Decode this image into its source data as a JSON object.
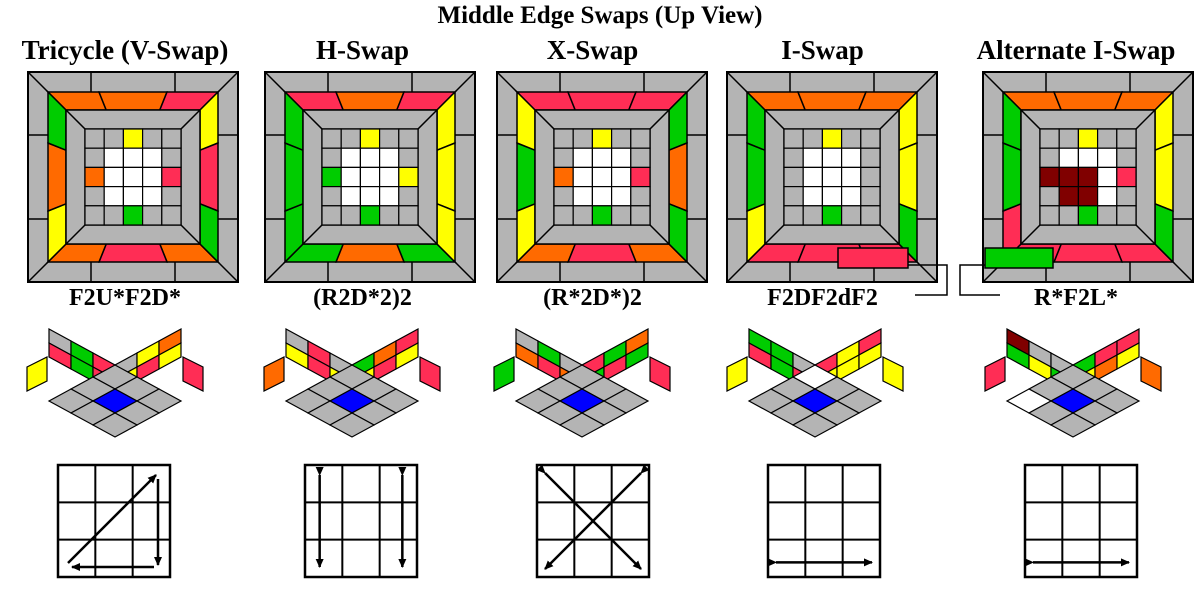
{
  "title": "Middle Edge Swaps (Up View)",
  "colors": {
    "grey": "#B4B4B4",
    "orange": "#FF6A00",
    "red": "#FF2D55",
    "yellow": "#FFFF00",
    "green": "#00CC00",
    "white": "#FFFFFF",
    "blue": "#0000FF",
    "dark_red": "#800000",
    "outline": "#000000"
  },
  "swaps": [
    {
      "label": "Tricycle (V-Swap)",
      "formula": "F2U*F2D*",
      "arrows": "tricycle"
    },
    {
      "label": "H-Swap",
      "formula": "(R2D*2)2",
      "arrows": "h"
    },
    {
      "label": "X-Swap",
      "formula": "(R*2D*)2",
      "arrows": "x"
    },
    {
      "label": "I-Swap",
      "formula": "F2DF2dF2",
      "arrows": "i"
    },
    {
      "label": "Alternate I-Swap",
      "formula": "R*F2L*",
      "arrows": "i"
    }
  ]
}
